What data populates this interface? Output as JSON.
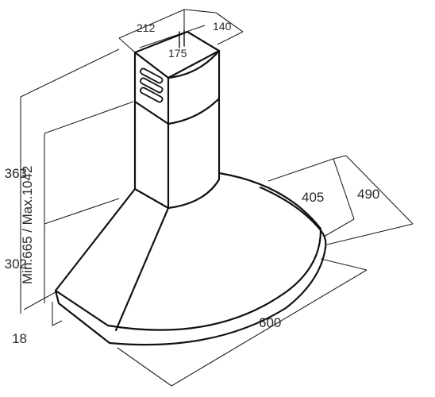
{
  "diagram": {
    "total_height_label": "Min.665 / Max.1042",
    "dimensions": {
      "chimney_width": "212",
      "chimney_inner": "175",
      "chimney_depth": "140",
      "chimney_height": "363",
      "hood_height": "302",
      "base_thickness": "18",
      "inner_depth": "405",
      "total_depth": "490",
      "total_width": "600"
    }
  }
}
